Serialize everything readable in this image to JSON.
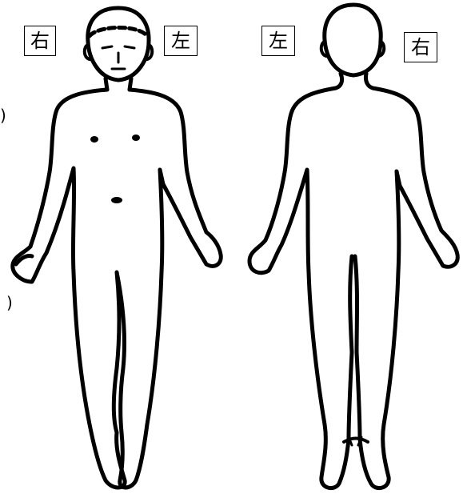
{
  "front_view": {
    "label_left": "右",
    "label_right": "左"
  },
  "back_view": {
    "label_left": "左",
    "label_right": "右"
  },
  "margin_marks": {
    "upper": ")",
    "lower": ")"
  },
  "colors": {
    "line": "#000000",
    "background": "#ffffff"
  }
}
